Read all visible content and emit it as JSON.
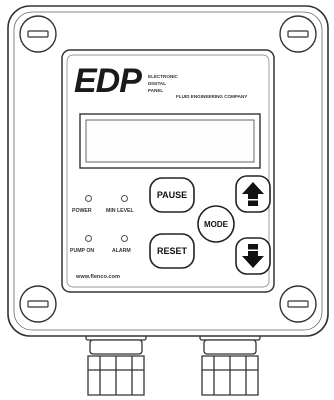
{
  "brand": {
    "logo": "EDP",
    "tagline_1": "ELECTRONIC",
    "tagline_2": "DIGITAL",
    "tagline_3": "PANEL",
    "company": "FLUID ENGINEERING COMPANY",
    "website": "www.flenco.com"
  },
  "indicators": {
    "power": "POWER",
    "min_level": "MIN LEVEL",
    "pump_on": "PUMP ON",
    "alarm": "ALARM"
  },
  "buttons": {
    "pause": "PAUSE",
    "mode": "MODE",
    "reset": "RESET",
    "up_icon": "arrow-up-icon",
    "down_icon": "arrow-down-icon"
  },
  "display": {
    "text": ""
  }
}
